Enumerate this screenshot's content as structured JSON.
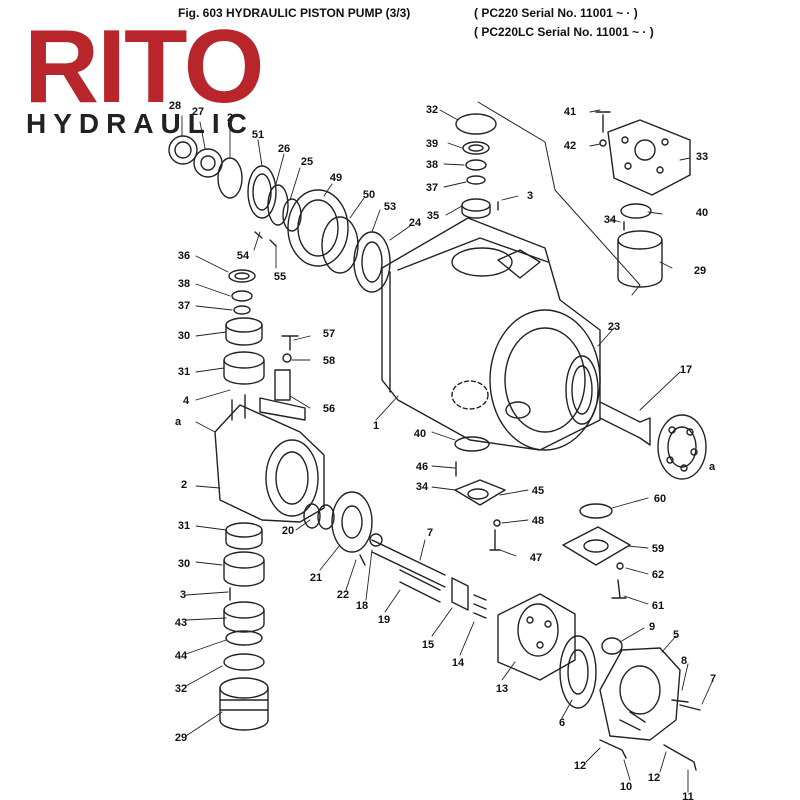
{
  "header": {
    "figure_title": "Fig. 603   HYDRAULIC  PISTON  PUMP  (3/3)",
    "serial_line_1": "( PC220     Serial No. 11001 ~ · )",
    "serial_line_2": "( PC220LC  Serial No. 11001 ~ · )"
  },
  "brand": {
    "name": "RITO",
    "subtitle": "HYDRAULIC",
    "color": "#b8262b"
  },
  "part_numbers": [
    "28",
    "27",
    "2",
    "51",
    "26",
    "25",
    "49",
    "50",
    "53",
    "24",
    "54",
    "55",
    "32",
    "39",
    "38",
    "37",
    "35",
    "3",
    "36",
    "38",
    "37",
    "30",
    "31",
    "57",
    "58",
    "56",
    "4",
    "a",
    "2",
    "1",
    "41",
    "42",
    "33",
    "34",
    "40",
    "29",
    "23",
    "17",
    "a",
    "40",
    "46",
    "34",
    "45",
    "48",
    "47",
    "60",
    "59",
    "62",
    "61",
    "31",
    "30",
    "20",
    "21",
    "22",
    "18",
    "7",
    "19",
    "15",
    "14",
    "13",
    "9",
    "5",
    "3",
    "43",
    "44",
    "32",
    "29",
    "6",
    "8",
    "7",
    "12",
    "10",
    "12",
    "11"
  ]
}
